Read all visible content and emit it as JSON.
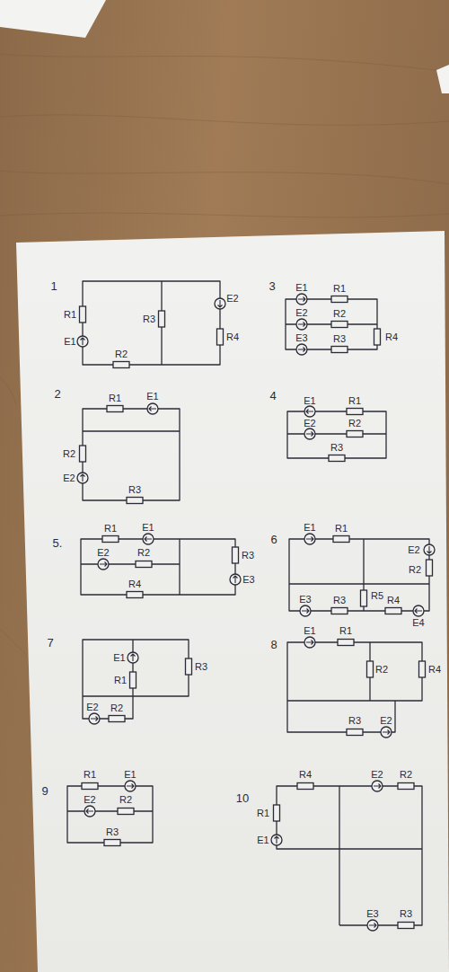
{
  "diagram": {
    "labels": [
      "1",
      "R1",
      "E1",
      "R2",
      "R3",
      "E2",
      "R4",
      "3",
      "E1",
      "R1",
      "E2",
      "R2",
      "E3",
      "R3",
      "R4",
      "2",
      "R1",
      "E1",
      "R2",
      "E2",
      "R3",
      "4",
      "E1",
      "R1",
      "E2",
      "R2",
      "R3",
      "5.",
      "R1",
      "E1",
      "R3",
      "E3",
      "E2",
      "R2",
      "R4",
      "6",
      "E1",
      "R1",
      "E2",
      "R2",
      "R5",
      "E3",
      "R3",
      "R4",
      "E4",
      "7",
      "E1",
      "R1",
      "R3",
      "E2",
      "R2",
      "8",
      "E1",
      "R1",
      "R2",
      "R4",
      "E2",
      "R3",
      "9",
      "R1",
      "E1",
      "E2",
      "R2",
      "R3",
      "10",
      "R4",
      "R1",
      "E1",
      "E2",
      "R2",
      "E3",
      "R3"
    ]
  }
}
